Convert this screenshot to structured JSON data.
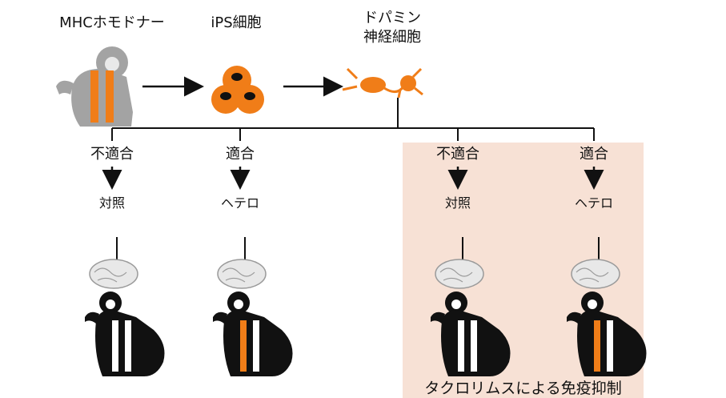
{
  "header": {
    "donor_label": "MHCホモドナー",
    "ips_label": "iPS細胞",
    "neuron_label_line1": "ドパミン",
    "neuron_label_line2": "神経細胞"
  },
  "groups": [
    {
      "match": "不適合",
      "result": "対照"
    },
    {
      "match": "適合",
      "result": "ヘテロ"
    },
    {
      "match": "不適合",
      "result": "対照"
    },
    {
      "match": "適合",
      "result": "ヘテロ"
    }
  ],
  "immunosuppression": {
    "caption": "タクロリムスによる免疫抑制"
  },
  "colors": {
    "orange": "#f07d18",
    "panel_bg": "#f7e1d5",
    "donor_gray": "#a3a3a3",
    "monkey_black": "#111111",
    "brain_gray": "#9a9a9a"
  }
}
